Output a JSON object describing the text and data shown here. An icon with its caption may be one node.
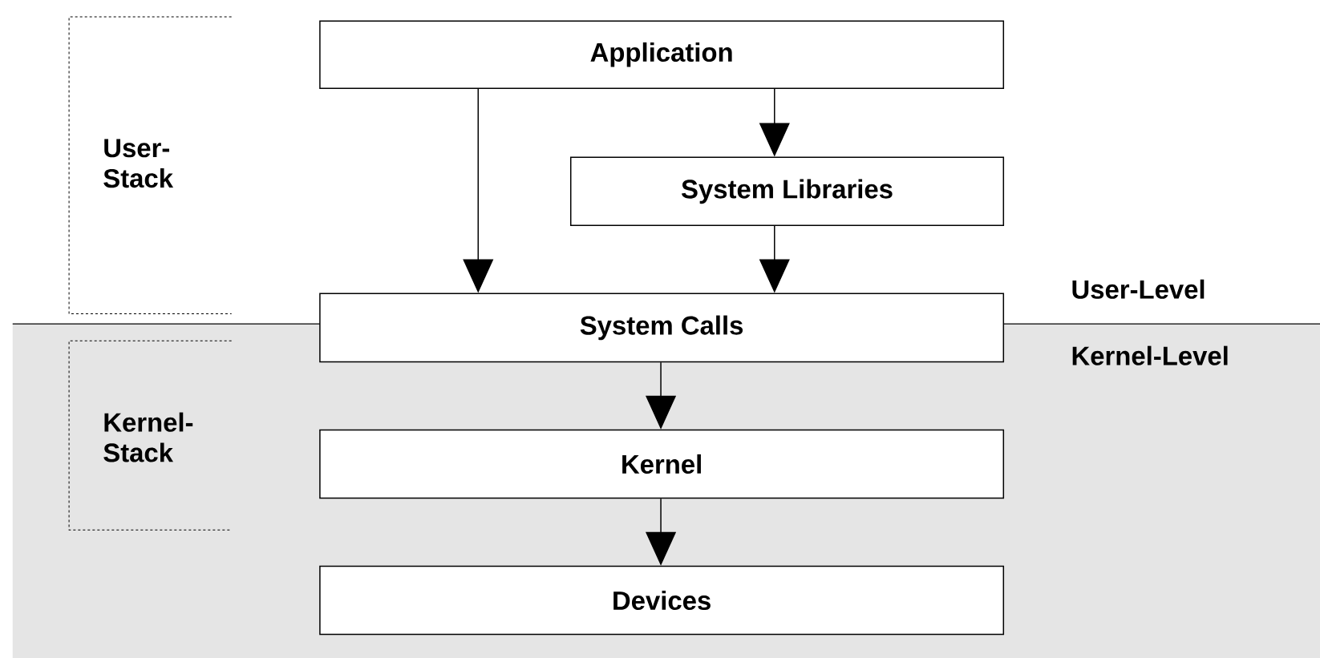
{
  "diagram": {
    "nodes": [
      {
        "text": [
          "Application"
        ]
      },
      {
        "text": [
          "System Libraries"
        ]
      },
      {
        "text": [
          "System Calls"
        ]
      },
      {
        "text": [
          "Kernel"
        ]
      },
      {
        "text": [
          "Devices"
        ]
      }
    ],
    "edges": [
      {
        "from": 0,
        "to": 2,
        "arrow": "to"
      },
      {
        "from": 0,
        "to": 1,
        "arrow": "to"
      },
      {
        "from": 1,
        "to": 2,
        "arrow": "to"
      },
      {
        "from": 2,
        "to": 3,
        "arrow": "to"
      },
      {
        "from": 3,
        "to": 4,
        "arrow": "to"
      }
    ],
    "labels": [
      "User-Stack",
      "User-Level",
      "Kernel-Level",
      "Kernel-Stack"
    ]
  }
}
